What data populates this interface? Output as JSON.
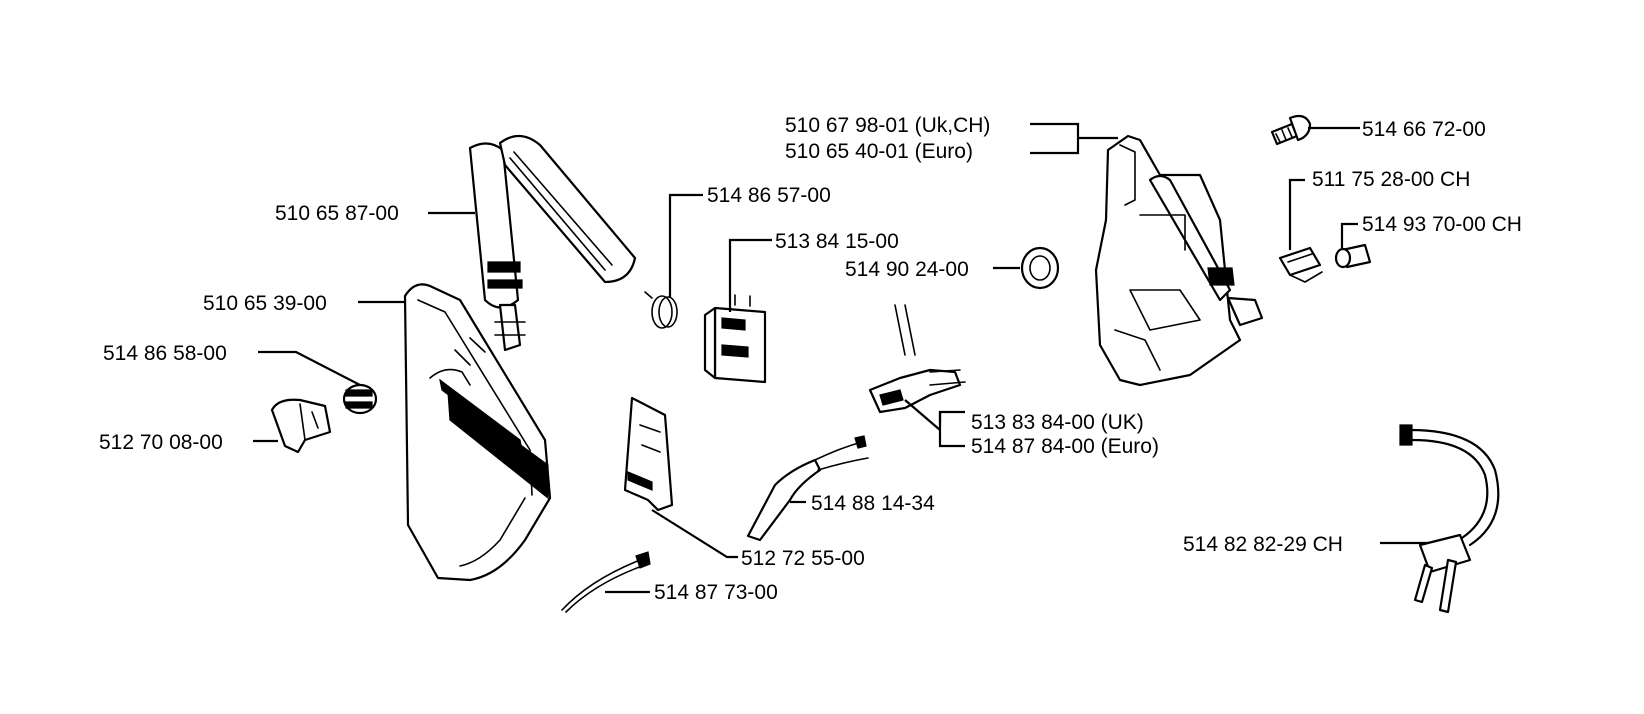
{
  "diagram": {
    "colors": {
      "line": "#000000",
      "background": "#ffffff"
    },
    "labels": {
      "l01": "510 65 87-00",
      "l02": "510 65 39-00",
      "l03": "514 86 58-00",
      "l04": "512 70 08-00",
      "l05": "514 86 57-00",
      "l06": "513 84 15-00",
      "l07": "514 90 24-00",
      "l08": "510 67 98-01 (Uk,CH)",
      "l09": "510 65 40-01 (Euro)",
      "l10": "514 66 72-00",
      "l11": "511 75 28-00 CH",
      "l12": "514 93 70-00 CH",
      "l13": "513 83 84-00 (UK)",
      "l14": "514 87 84-00 (Euro)",
      "l15": "514 88 14-34",
      "l16": "512 72 55-00",
      "l17": "514 87 73-00",
      "l18": "514 82 82-29 CH"
    }
  }
}
